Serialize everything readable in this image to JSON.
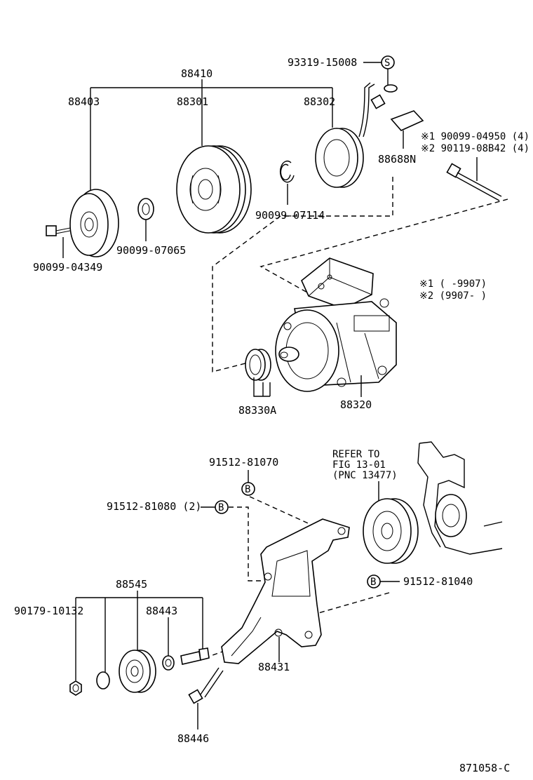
{
  "diagram_id": "871058-C",
  "labels": {
    "p88410": "88410",
    "p88403": "88403",
    "p88301": "88301",
    "p88302": "88302",
    "p93319": "93319-15008",
    "p88688n": "88688N",
    "note1": "※1 90099-04950 (4)",
    "note2": "※2 90119-08B42 (4)",
    "p90099_07114": "90099-07114",
    "p90099_07065": "90099-07065",
    "p90099_04349": "90099-04349",
    "range1": "※1 (     -9907)",
    "range2": "※2 (9907-     )",
    "p88330a": "88330A",
    "p88320": "88320",
    "p91512_81070": "91512-81070",
    "p91512_81080": "91512-81080 (2)",
    "p91512_81040": "91512-81040",
    "refer1": "REFER TO",
    "refer2": "FIG 13-01",
    "refer3": "(PNC 13477)",
    "p88545": "88545",
    "p90179": "90179-10132",
    "p88443": "88443",
    "p88431": "88431",
    "p88446": "88446"
  },
  "symbols": {
    "s_marker": "S",
    "b_marker": "B"
  }
}
